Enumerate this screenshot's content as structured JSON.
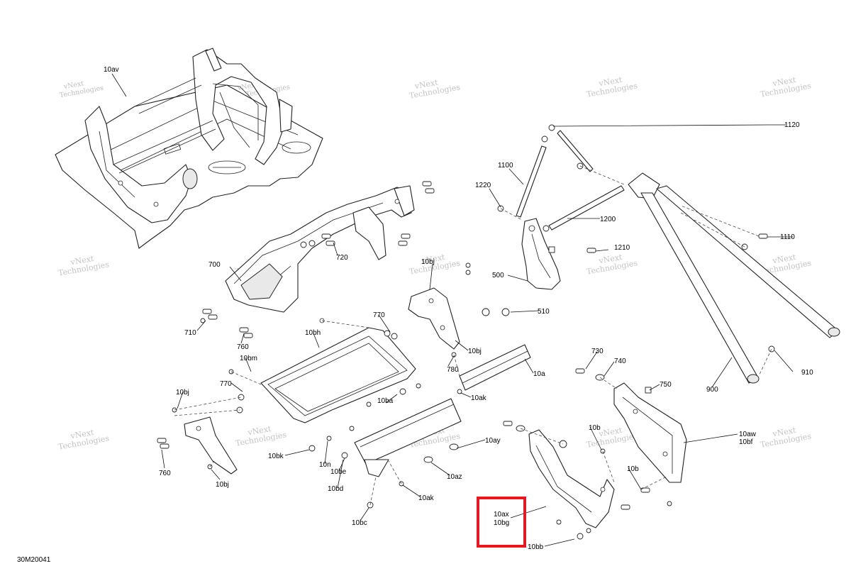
{
  "diagram": {
    "drawing_code": "30M20041",
    "watermark": {
      "line1": "vNext",
      "line2": "Technologies"
    },
    "callouts": {
      "10av": "10av",
      "1120": "1120",
      "1100": "1100",
      "1220": "1220",
      "1200": "1200",
      "1110": "1110",
      "1210": "1210",
      "720": "720",
      "700": "700",
      "10bj_top": "10bj",
      "500": "500",
      "510": "510",
      "710": "710",
      "770_top": "770",
      "760_top": "760",
      "10bh": "10bh",
      "10bj_mid": "10bj",
      "10bm": "10bm",
      "780": "780",
      "10a": "10a",
      "730": "730",
      "740": "740",
      "910": "910",
      "770_left": "770",
      "10ak_mid": "10ak",
      "750": "750",
      "900": "900",
      "10bj_left": "10bj",
      "10ba": "10ba",
      "10b_mid": "10b",
      "10aw": "10aw",
      "10bf": "10bf",
      "10bk": "10bk",
      "10ay": "10ay",
      "10n": "10n",
      "10b_right": "10b",
      "760_left": "760",
      "10be": "10be",
      "10az": "10az",
      "10bj_bottom": "10bj",
      "10bd": "10bd",
      "10ak_bottom": "10ak",
      "10bc": "10bc",
      "10ax": "10ax",
      "10bg": "10bg",
      "10bb": "10bb"
    },
    "highlight": {
      "color": "#e01a22",
      "labels": [
        "10ax",
        "10bg"
      ]
    }
  }
}
